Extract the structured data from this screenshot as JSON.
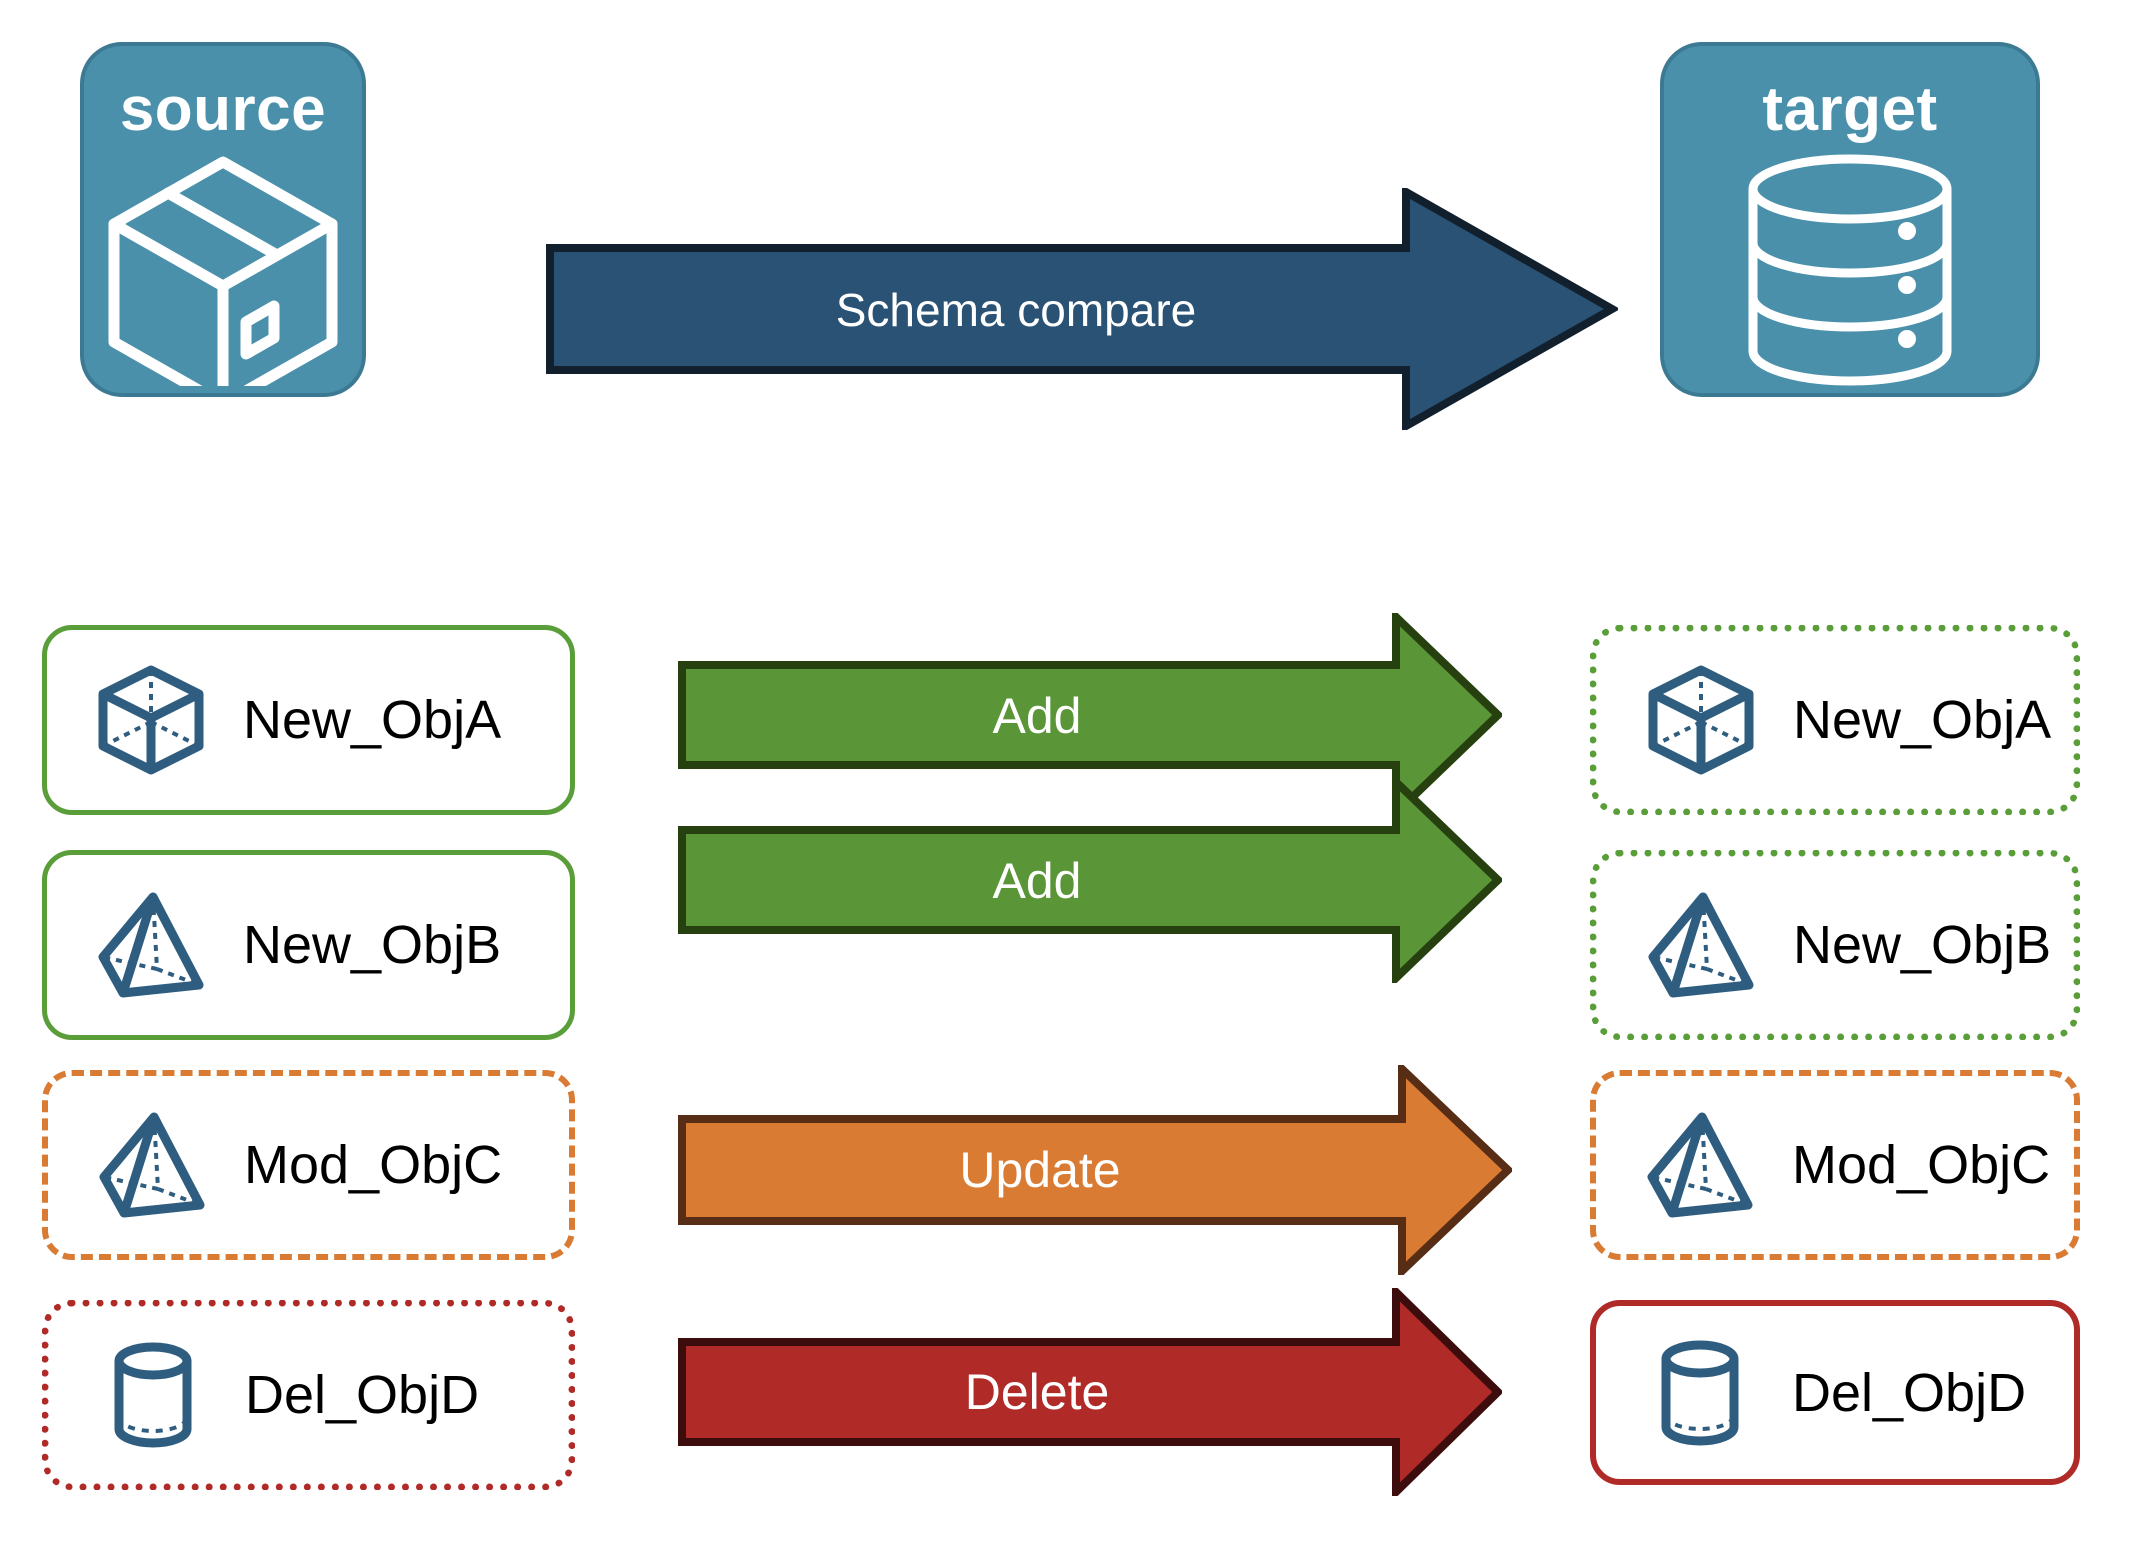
{
  "diagram": {
    "title": "Schema compare source to target",
    "endpoints": [
      {
        "id": "source",
        "label": "source",
        "icon": "package-box-icon"
      },
      {
        "id": "target",
        "label": "target",
        "icon": "database-cylinder-icon"
      }
    ],
    "main_arrow": {
      "label": "Schema compare",
      "fill": "#2a5274",
      "stroke": "#12202e"
    },
    "rows": [
      {
        "source_label": "New_ObjA",
        "target_label": "New_ObjA",
        "action": "Add",
        "icon": "wireframe-cube-icon",
        "arrow_fill": "#5a9537",
        "arrow_stroke": "#26410f",
        "source_border": "#5a9e3a",
        "source_border_style": "solid",
        "target_border": "#5a9e3a",
        "target_border_style": "dotted"
      },
      {
        "source_label": "New_ObjB",
        "target_label": "New_ObjB",
        "action": "Add",
        "icon": "wireframe-pyramid-icon",
        "arrow_fill": "#5a9537",
        "arrow_stroke": "#26410f",
        "source_border": "#5a9e3a",
        "source_border_style": "solid",
        "target_border": "#5a9e3a",
        "target_border_style": "dotted"
      },
      {
        "source_label": "Mod_ObjC",
        "target_label": "Mod_ObjC",
        "action": "Update",
        "icon": "wireframe-pyramid-icon",
        "arrow_fill": "#d97b33",
        "arrow_stroke": "#572d15",
        "source_border": "#d97b33",
        "source_border_style": "dashed",
        "target_border": "#d97b33",
        "target_border_style": "dashed"
      },
      {
        "source_label": "Del_ObjD",
        "target_label": "Del_ObjD",
        "action": "Delete",
        "icon": "wireframe-cylinder-icon",
        "arrow_fill": "#b02a28",
        "arrow_stroke": "#3d0c0c",
        "source_border": "#b02a28",
        "source_border_style": "dotted",
        "target_border": "#b02a28",
        "target_border_style": "solid"
      }
    ],
    "colors": {
      "panel_fill": "#4a90ab",
      "panel_stroke": "#3b7a92",
      "icon_stroke": "#2e5d80",
      "text": "#000000",
      "arrow_text": "#ffffff",
      "background": "#ffffff"
    }
  }
}
